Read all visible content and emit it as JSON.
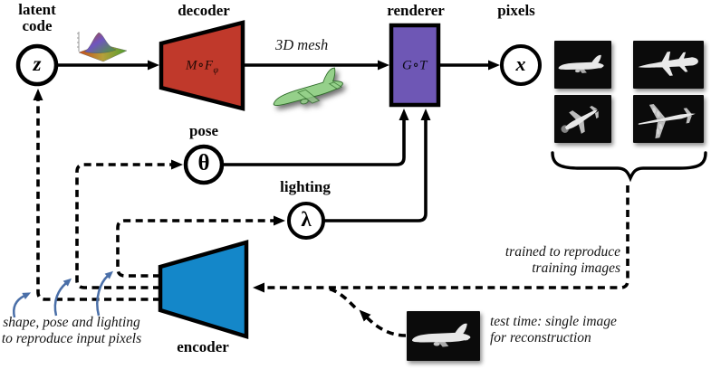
{
  "nodes": {
    "latent": {
      "label": "latent code",
      "symbol": "z"
    },
    "decoder": {
      "label": "decoder",
      "formula_main": "M∘F",
      "formula_sub": "φ"
    },
    "mesh": {
      "arrow_label": "3D mesh"
    },
    "renderer": {
      "label": "renderer",
      "formula": "G∘T"
    },
    "pixels": {
      "label": "pixels",
      "symbol": "x"
    },
    "pose": {
      "label": "pose",
      "symbol": "θ"
    },
    "lighting": {
      "label": "lighting",
      "symbol": "λ"
    },
    "encoder": {
      "label": "encoder"
    }
  },
  "annotations": {
    "shape_pose_line1": "shape, pose and lighting",
    "shape_pose_line2": "to reproduce input pixels",
    "trained_line1": "trained to reproduce",
    "trained_line2": "training images",
    "test_line1": "test time: single image",
    "test_line2": "for reconstruction"
  },
  "icons": {
    "latent_distribution": "gaussian-surface-plot-icon",
    "mesh_preview": "green-airplane-mesh-icon",
    "training_images": [
      "airliner-silhouette",
      "fighter-jet-silhouette",
      "propeller-plane-silhouette",
      "bomber-plane-silhouette"
    ],
    "test_image": "airliner-silhouette"
  },
  "colors": {
    "decoder_fill": "#c0392b",
    "renderer_fill": "#6e57b5",
    "encoder_fill": "#1487c9",
    "annotation_arrow": "#4a6fa8"
  }
}
